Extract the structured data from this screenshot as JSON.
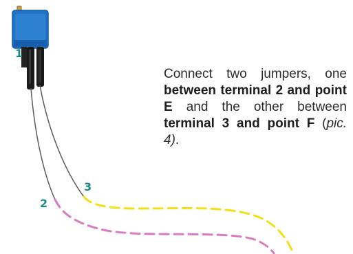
{
  "colors": {
    "component_blue": "#1f73c9",
    "terminal_label": "#1b8a84",
    "jumper_e": "#d97bc2",
    "jumper_f": "#f2df16"
  },
  "labels": {
    "terminal_1": "1",
    "terminal_2": "2",
    "terminal_3": "3"
  },
  "instruction": {
    "t1": "Connect two jumpers, one ",
    "b1": "between terminal 2 and point E",
    "t2": " and the other between ",
    "b2": "terminal 3 and point F",
    "t3": " (",
    "i1": "pic. 4)",
    "t4": "."
  }
}
